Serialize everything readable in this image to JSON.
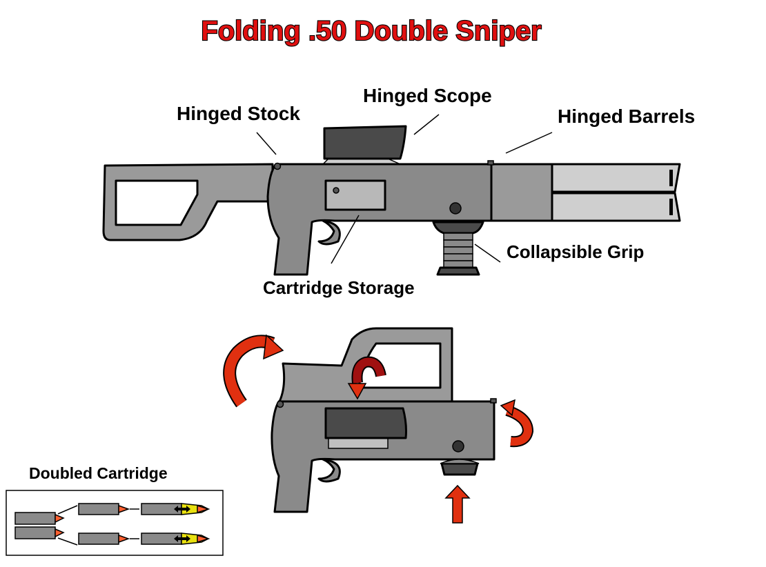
{
  "title": "Folding .50 Double Sniper",
  "labels": {
    "hinged_stock": "Hinged Stock",
    "hinged_scope": "Hinged Scope",
    "hinged_barrels": "Hinged Barrels",
    "collapsible_grip": "Collapsible Grip",
    "cartridge_storage": "Cartridge Storage",
    "doubled_cartridge": "Doubled Cartridge"
  },
  "colors": {
    "title_fill": "#e01010",
    "arrow_red": "#e03010",
    "arrow_dark_red": "#a01010",
    "body_gray": "#8a8a8a",
    "stock_gray": "#9a9a9a",
    "barrel_light": "#cfcfcf",
    "scope_dark": "#4a4a4a",
    "bullet_tip": "#ff6030",
    "bullet_yellow": "#e8e010"
  }
}
